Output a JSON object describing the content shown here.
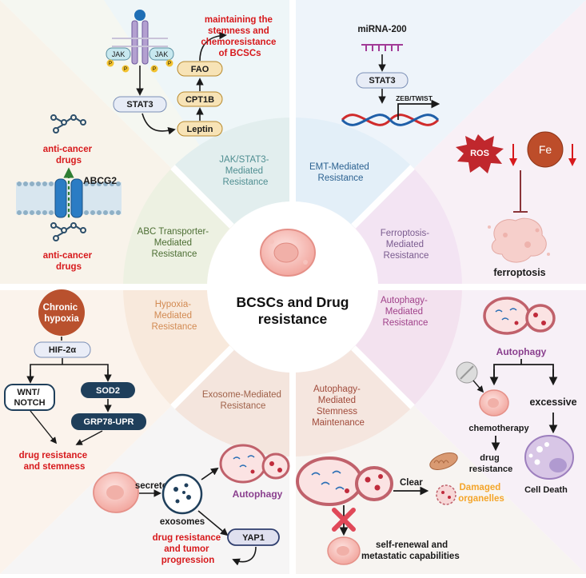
{
  "center": {
    "line1": "BCSCs and Drug",
    "line2": "resistance"
  },
  "sectors": {
    "jak_stat3": [
      "JAK/STAT3-",
      "Mediated",
      "Resistance"
    ],
    "emt": [
      "EMT-Mediated",
      "Resistance"
    ],
    "ferroptosis": [
      "Ferroptosis-",
      "Mediated",
      "Resistance"
    ],
    "autophagy": [
      "Autophagy-",
      "Mediated",
      "Resistance"
    ],
    "autophagy_stemness": [
      "Autophagy-",
      "Mediated",
      "Stemness",
      "Maintenance"
    ],
    "exosome": [
      "Exosome-Mediated",
      "Resistance"
    ],
    "hypoxia": [
      "Hypoxia-",
      "Mediated",
      "Resistance"
    ],
    "abc": [
      "ABC Transporter-",
      "Mediated",
      "Resistance"
    ]
  },
  "jak_panel": {
    "jak_left": "JAK",
    "jak_right": "JAK",
    "phospho": "P",
    "stat3": "STAT3",
    "leptin": "Leptin",
    "cpt1b": "CPT1B",
    "fao": "FAO",
    "outcome": [
      "maintaining the",
      "stemness and",
      "chemoresistance",
      "of BCSCs"
    ]
  },
  "emt_panel": {
    "mirna": "miRNA-200",
    "stat3": "STAT3",
    "zeb_twist": "ZEB/TWIST"
  },
  "abc_panel": {
    "transporter": "ABCG2",
    "drugs_top": [
      "anti-cancer",
      "drugs"
    ],
    "drugs_bottom": [
      "anti-cancer",
      "drugs"
    ]
  },
  "ferroptosis_panel": {
    "ros": "ROS",
    "fe": "Fe",
    "label": "ferroptosis"
  },
  "hypoxia_panel": {
    "chronic": [
      "Chronic",
      "hypoxia"
    ],
    "hif": "HIF-2α",
    "wnt": [
      "WNT/",
      "NOTCH"
    ],
    "sod2": "SOD2",
    "grp78": "GRP78-UPR",
    "outcome": [
      "drug resistance",
      "and stemness"
    ]
  },
  "exosome_panel": {
    "secrete": "secrete",
    "exosomes": "exosomes",
    "autophagy": "Autophagy",
    "yap1": "YAP1",
    "outcome": [
      "drug resistance",
      "and tumor",
      "progression"
    ]
  },
  "stemness_panel": {
    "clear": "Clear",
    "damaged": [
      "Damaged",
      "organelles"
    ],
    "outcome": [
      "self-renewal and",
      "metastatic capabilities"
    ]
  },
  "autophagy_panel": {
    "title": "Autophagy",
    "excessive": "excessive",
    "chemo": "chemotherapy",
    "drug_res": [
      "drug",
      "resistance"
    ],
    "cell_death": "Cell Death"
  },
  "colors": {
    "red": "#d7191c",
    "navy": "#1f3f5b",
    "rust": "#b9512e",
    "purple": "#8a3f8e"
  }
}
